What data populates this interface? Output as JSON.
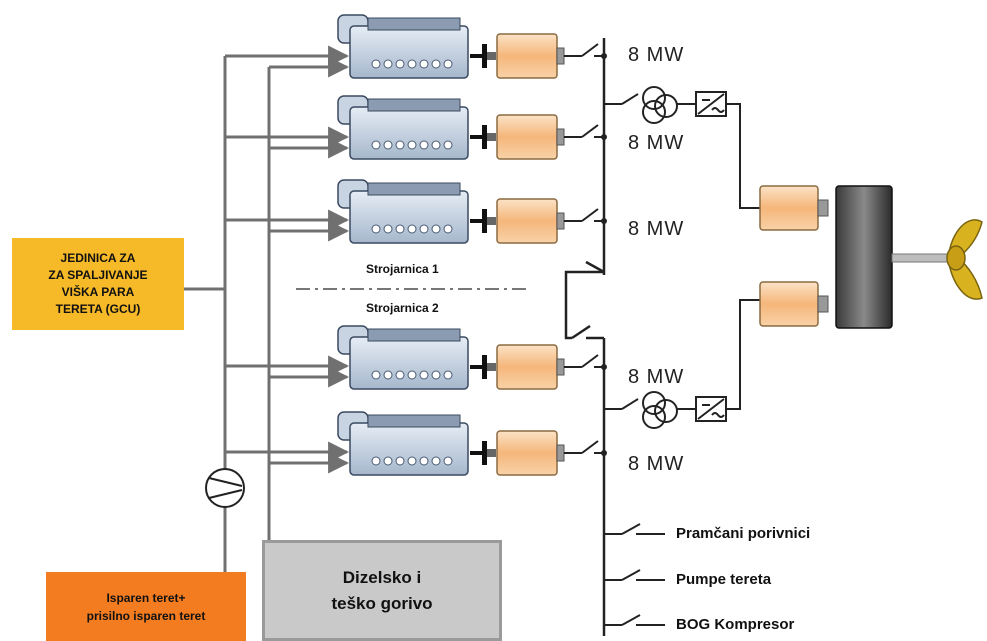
{
  "gcu_label": "JEDINICA ZA\nZA SPALJIVANJE\nVIŠKA PARA\nTERETA (GCU)",
  "boiloff_label": "Isparen teret+\nprisilno isparen teret",
  "fuel_label": "Dizelsko i\nteško gorivo",
  "engine_room_1": "Strojarnica 1",
  "engine_room_2": "Strojarnica 2",
  "generator_power_labels": [
    "8 MW",
    "8 MW",
    "8 MW",
    "8 MW",
    "8 MW"
  ],
  "consumers": [
    "Pramčani porivnici",
    "Pumpe tereta",
    "BOG Kompresor"
  ],
  "colors": {
    "gcu_box": "#f6b928",
    "boiloff_box": "#f47c20",
    "fuel_box": "#c9c9c9",
    "generator": "#f5c08a",
    "engine": "#b9c9dc",
    "propeller": "#d9b21f"
  }
}
